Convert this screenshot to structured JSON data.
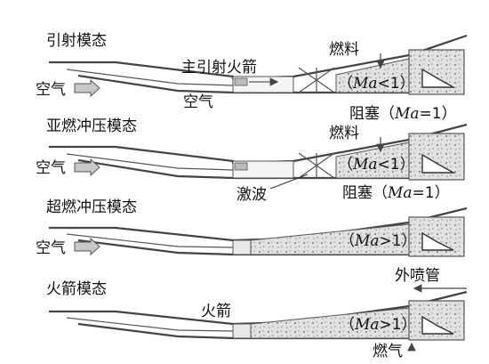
{
  "diagram": {
    "panels": [
      {
        "mode_title": "引射模态",
        "inlet_label": "空气",
        "labels": {
          "rocket": "主引射火箭",
          "fuel": "燃料",
          "air_inner": "空气",
          "mach_prefix": "（",
          "mach_var": "Ma",
          "mach_suffix": "<1）",
          "choke_prefix": "阻塞（",
          "choke_var": "Ma",
          "choke_suffix": "=1）"
        }
      },
      {
        "mode_title": "亚燃冲压模态",
        "inlet_label": "空气",
        "labels": {
          "fuel": "燃料",
          "shock": "激波",
          "mach_prefix": "（",
          "mach_var": "Ma",
          "mach_suffix": "<1）",
          "choke_prefix": "阻塞（",
          "choke_var": "Ma",
          "choke_suffix": "=1）"
        }
      },
      {
        "mode_title": "超燃冲压模态",
        "inlet_label": "空气",
        "labels": {
          "mach_prefix": "（",
          "mach_var": "Ma",
          "mach_suffix": ">1）"
        }
      },
      {
        "mode_title": "火箭模态",
        "labels": {
          "rocket": "火箭",
          "outer_nozzle": "外喷管",
          "exhaust": "燃气",
          "mach_prefix": "（",
          "mach_var": "Ma",
          "mach_suffix": ">1）"
        }
      }
    ],
    "colors": {
      "wall": "#444444",
      "combustion_fill": "#dcdcdc",
      "arrow_fill": "#c8c8c8"
    }
  }
}
